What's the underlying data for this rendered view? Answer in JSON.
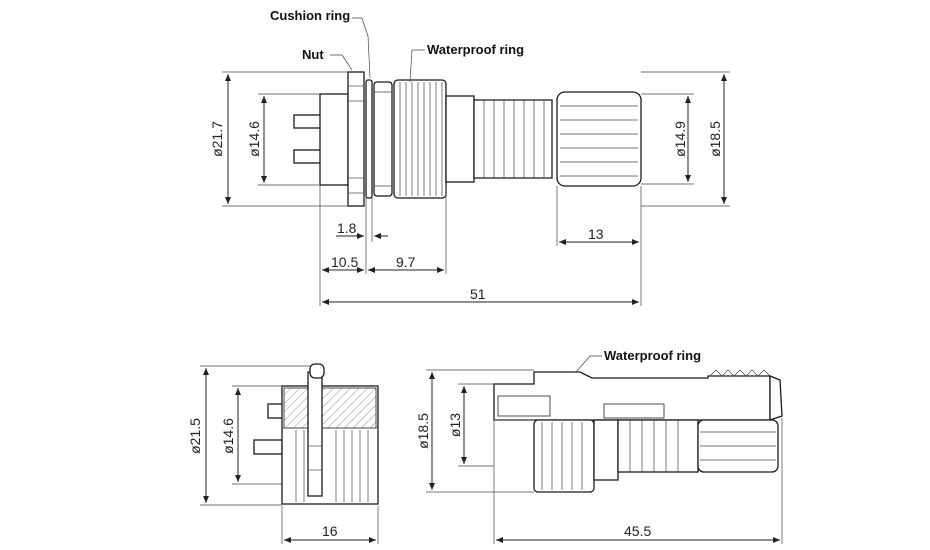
{
  "callouts": {
    "cushion_ring": "Cushion ring",
    "nut": "Nut",
    "waterproof_ring_top": "Waterproof ring",
    "waterproof_ring_bottom": "Waterproof ring"
  },
  "dimensions": {
    "top": {
      "d_outer_left": "ø21.7",
      "d_inner_left": "ø14.6",
      "d_inner_right": "ø14.9",
      "d_outer_right": "ø18.5",
      "len_cushion": "1.8",
      "len_13": "13",
      "len_10_5": "10.5",
      "len_9_7": "9.7",
      "len_total": "51"
    },
    "bottom": {
      "d_outer_left": "ø21.5",
      "d_inner_left": "ø14.6",
      "d_outer_right": "ø18.5",
      "d_inner_right": "ø13",
      "len_16": "16",
      "len_45_5": "45.5"
    }
  },
  "colors": {
    "line": "#222222",
    "text": "#111111",
    "background": "#ffffff"
  }
}
